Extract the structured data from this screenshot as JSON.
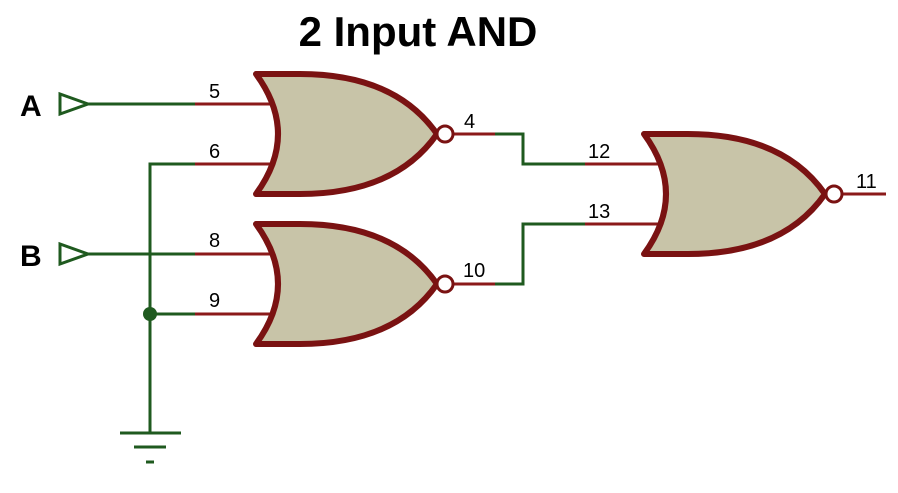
{
  "diagram": {
    "title": "2 Input AND",
    "inputs": {
      "a": "A",
      "b": "B"
    },
    "pins": {
      "g1_in1": "5",
      "g1_in2": "6",
      "g1_out": "4",
      "g2_in1": "8",
      "g2_in2": "9",
      "g2_out": "10",
      "g3_in1": "12",
      "g3_in2": "13",
      "g3_out": "11"
    },
    "colors": {
      "wire": "#1f5a1f",
      "pin_line": "#8b1a1a",
      "gate_fill": "#c8c4a8",
      "gate_stroke": "#7a1212"
    }
  }
}
